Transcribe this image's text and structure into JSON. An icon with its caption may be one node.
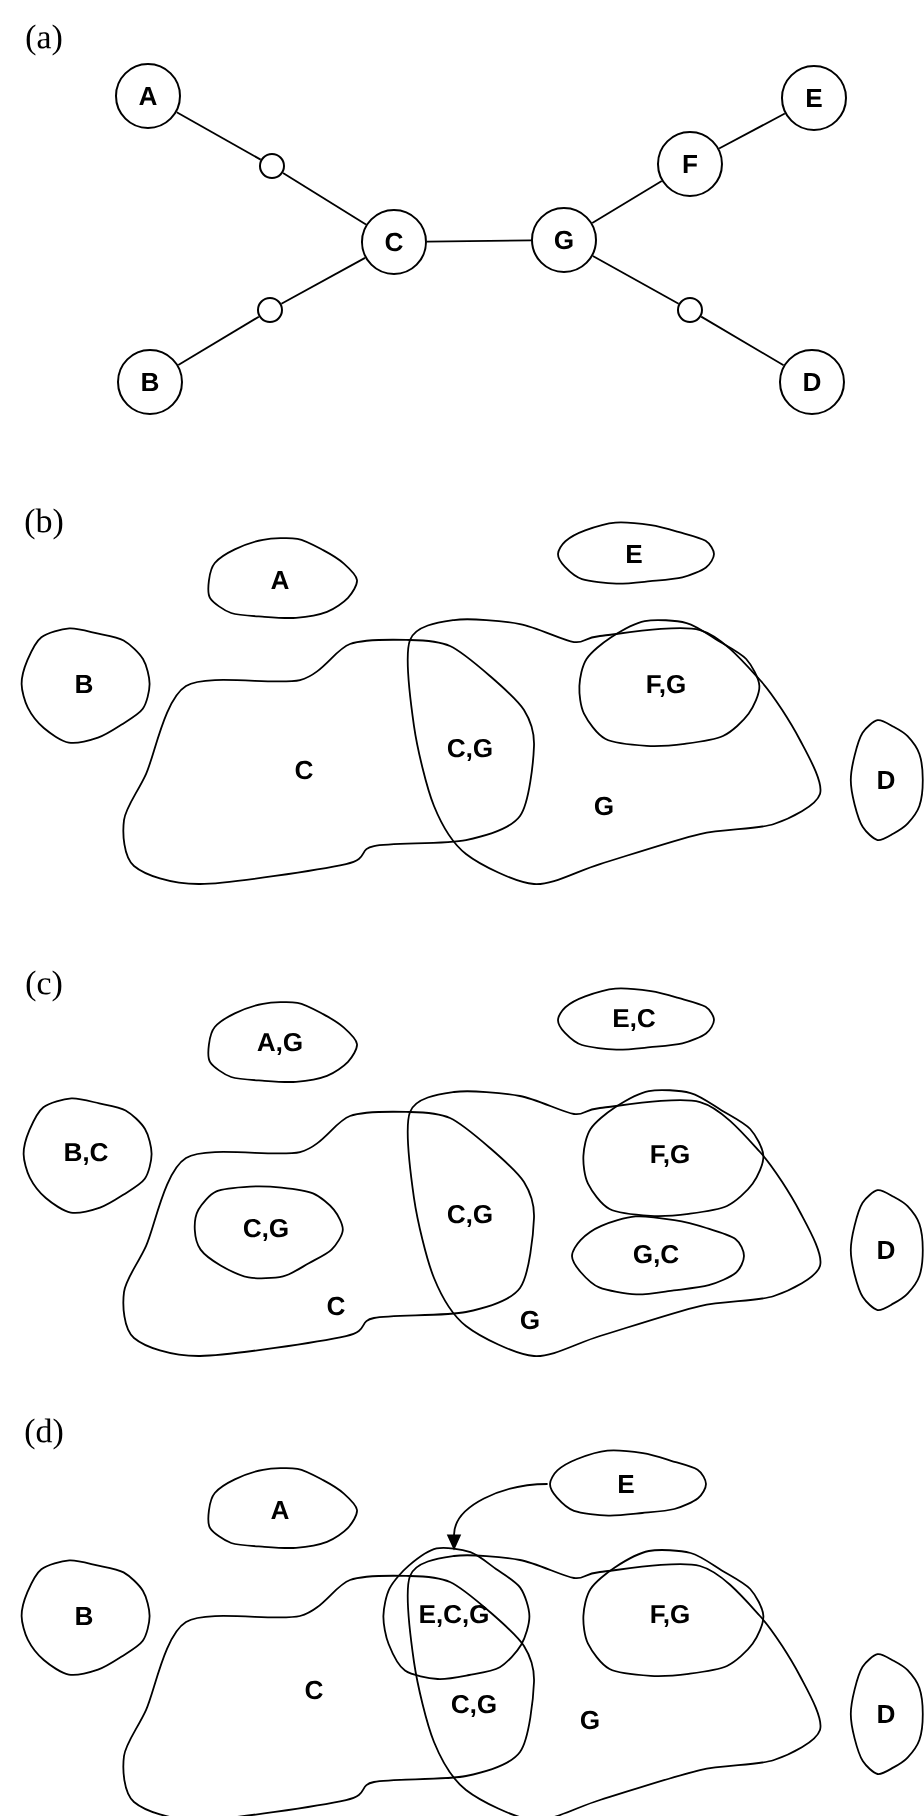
{
  "diagram": {
    "nodes": [
      {
        "text": [
          "A"
        ]
      },
      {
        "text": [
          "E"
        ]
      },
      {
        "text": [],
        "shape": "circle"
      },
      {
        "text": [
          "F"
        ]
      },
      {
        "text": [
          "C"
        ]
      },
      {
        "text": [
          "G"
        ]
      },
      {
        "text": [],
        "shape": "circle"
      },
      {
        "text": [],
        "shape": "circle"
      },
      {
        "text": [
          "B"
        ]
      },
      {
        "text": [
          "D"
        ]
      },
      {
        "text": [
          "A"
        ]
      },
      {
        "text": [
          "E"
        ]
      },
      {
        "text": [
          "B"
        ]
      },
      {
        "text": [
          "C"
        ]
      },
      {
        "text": [
          "G"
        ]
      },
      {
        "text": [
          "F,G"
        ],
        "in": 14
      },
      {
        "text": [
          "D"
        ]
      },
      {
        "text": [
          "A,G"
        ]
      },
      {
        "text": [
          "E,C"
        ]
      },
      {
        "text": [
          "B,C"
        ]
      },
      {
        "text": [
          "C"
        ]
      },
      {
        "text": [
          "C,G"
        ],
        "in": 20
      },
      {
        "text": [
          "G"
        ]
      },
      {
        "text": [
          "F,G"
        ],
        "in": 22
      },
      {
        "text": [
          "G,C"
        ],
        "in": 22
      },
      {
        "text": [
          "D"
        ]
      },
      {
        "text": [
          "A"
        ]
      },
      {
        "text": [
          "E"
        ]
      },
      {
        "text": [
          "B"
        ]
      },
      {
        "text": [
          "C"
        ]
      },
      {
        "text": [
          "G"
        ]
      },
      {
        "text": [
          "E,C,G"
        ]
      },
      {
        "text": [
          "F,G"
        ],
        "in": 30
      },
      {
        "text": [
          "D"
        ]
      }
    ],
    "edges": [
      {
        "from": 0,
        "to": 2,
        "arrow": "none"
      },
      {
        "from": 2,
        "to": 4,
        "arrow": "none"
      },
      {
        "from": 8,
        "to": 6,
        "arrow": "none"
      },
      {
        "from": 6,
        "to": 4,
        "arrow": "none"
      },
      {
        "from": 4,
        "to": 5,
        "arrow": "none"
      },
      {
        "from": 5,
        "to": 3,
        "arrow": "none"
      },
      {
        "from": 3,
        "to": 1,
        "arrow": "none"
      },
      {
        "from": 5,
        "to": 7,
        "arrow": "none"
      },
      {
        "from": 7,
        "to": 9,
        "arrow": "none"
      },
      {
        "from": 27,
        "to": 31,
        "arrow": "to"
      }
    ],
    "labels": [
      "(a)",
      "(b)",
      "C,G",
      "(c)",
      "C,G",
      "(d)",
      "C,G"
    ]
  }
}
